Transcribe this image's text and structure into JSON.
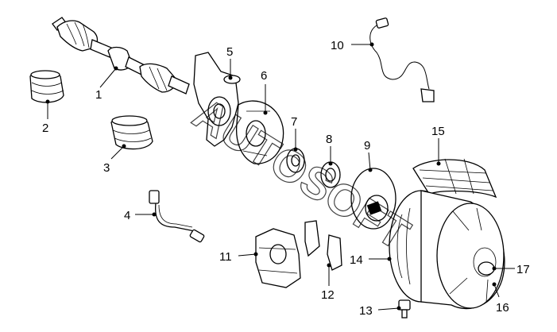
{
  "watermark": "AUTOSOFT",
  "callouts": [
    {
      "id": "1",
      "label": "1"
    },
    {
      "id": "2",
      "label": "2"
    },
    {
      "id": "3",
      "label": "3"
    },
    {
      "id": "4",
      "label": "4"
    },
    {
      "id": "5",
      "label": "5"
    },
    {
      "id": "6",
      "label": "6"
    },
    {
      "id": "7",
      "label": "7"
    },
    {
      "id": "8",
      "label": "8"
    },
    {
      "id": "9",
      "label": "9"
    },
    {
      "id": "10",
      "label": "10"
    },
    {
      "id": "11",
      "label": "11"
    },
    {
      "id": "12",
      "label": "12"
    },
    {
      "id": "13",
      "label": "13"
    },
    {
      "id": "14",
      "label": "14"
    },
    {
      "id": "15",
      "label": "15"
    },
    {
      "id": "16",
      "label": "16"
    },
    {
      "id": "17",
      "label": "17"
    }
  ]
}
